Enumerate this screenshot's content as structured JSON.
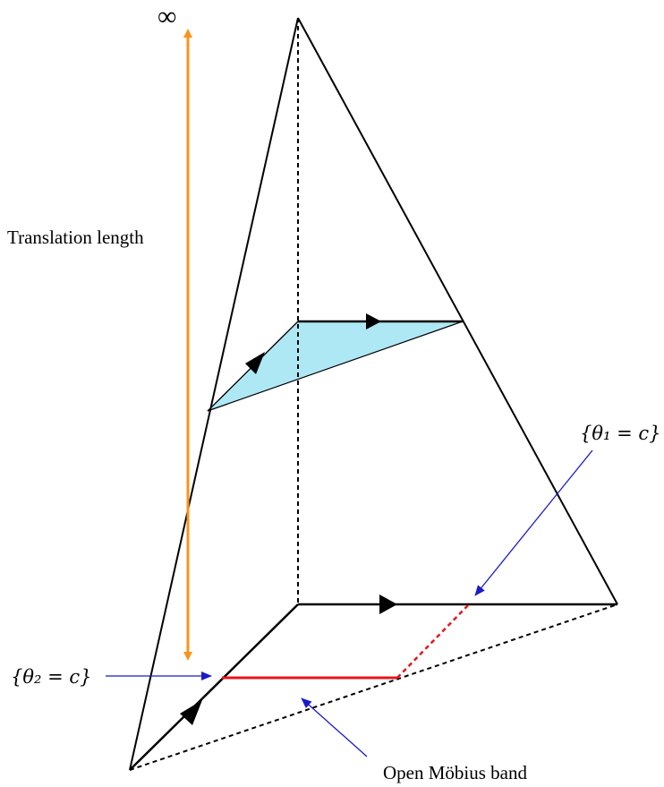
{
  "labels": {
    "infinity": "∞",
    "translation_length": "Translation length",
    "theta1": "{θ₁ = c}",
    "theta2": "{θ₂ = c}",
    "mobius": "Open Möbius band"
  },
  "colors": {
    "edge": "#000000",
    "translation_arrow": "#f7941d",
    "cross_section_fill": "#aee8f5",
    "band_segment": "#e8141c",
    "pointer": "#1a1acc"
  }
}
